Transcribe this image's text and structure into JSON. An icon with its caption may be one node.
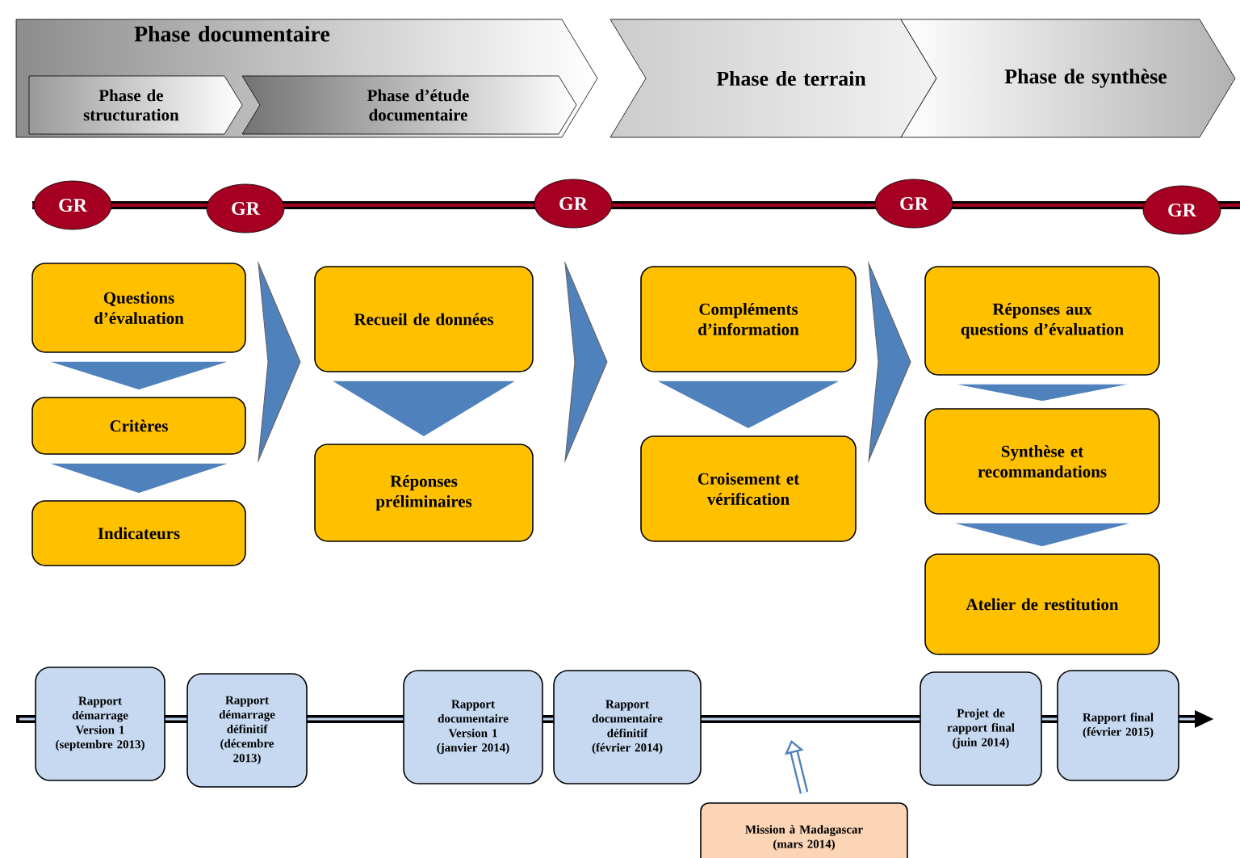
{
  "diagram": {
    "nodes": [
      {
        "text": [
          "Phase documentaire"
        ]
      },
      {
        "text": [
          "Phase de structuration"
        ],
        "in": 0
      },
      {
        "text": [
          "Phase d’étude documentaire"
        ],
        "in": 0
      },
      {
        "text": [
          "Phase de terrain"
        ]
      },
      {
        "text": [
          "Phase de synthèse"
        ]
      },
      {
        "text": [
          "GR"
        ]
      },
      {
        "text": [
          "GR"
        ]
      },
      {
        "text": [
          "GR"
        ]
      },
      {
        "text": [
          "GR"
        ]
      },
      {
        "text": [
          "GR"
        ]
      },
      {
        "text": [
          "Questions d’évaluation"
        ]
      },
      {
        "text": [
          "Critères"
        ]
      },
      {
        "text": [
          "Indicateurs"
        ]
      },
      {
        "text": [
          "Recueil de données"
        ]
      },
      {
        "text": [
          "Réponses préliminaires"
        ]
      },
      {
        "text": [
          "Compléments d’information"
        ]
      },
      {
        "text": [
          "Croisement et vérification"
        ]
      },
      {
        "text": [
          "Réponses aux questions d’évaluation"
        ]
      },
      {
        "text": [
          "Synthèse et recommandations"
        ]
      },
      {
        "text": [
          "Atelier de restitution"
        ]
      },
      {
        "text": [
          "Rapport démarrage Version 1 (septembre 2013)"
        ]
      },
      {
        "text": [
          "Rapport démarrage définitif (décembre 2013)"
        ]
      },
      {
        "text": [
          "Rapport documentaire Version 1 (janvier 2014)"
        ]
      },
      {
        "text": [
          "Rapport documentaire définitif (février 2014)"
        ]
      },
      {
        "text": [
          "Projet de rapport final (juin 2014)"
        ]
      },
      {
        "text": [
          "Rapport final (février 2015)"
        ]
      },
      {
        "text": [
          "Mission à Madagascar (mars 2014)"
        ]
      }
    ],
    "edges": [
      {
        "from": 10,
        "to": 11,
        "arrow": "to"
      },
      {
        "from": 11,
        "to": 12,
        "arrow": "to"
      },
      {
        "from": 13,
        "to": 14,
        "arrow": "to"
      },
      {
        "from": 15,
        "to": 16,
        "arrow": "to"
      },
      {
        "from": 17,
        "to": 18,
        "arrow": "to"
      },
      {
        "from": 18,
        "to": 19,
        "arrow": "to"
      },
      {
        "from": 10,
        "to": 13,
        "arrow": "to"
      },
      {
        "from": 13,
        "to": 15,
        "arrow": "to"
      },
      {
        "from": 15,
        "to": 17,
        "arrow": "to"
      },
      {
        "from": 26,
        "to": null,
        "arrow": "to"
      }
    ]
  }
}
